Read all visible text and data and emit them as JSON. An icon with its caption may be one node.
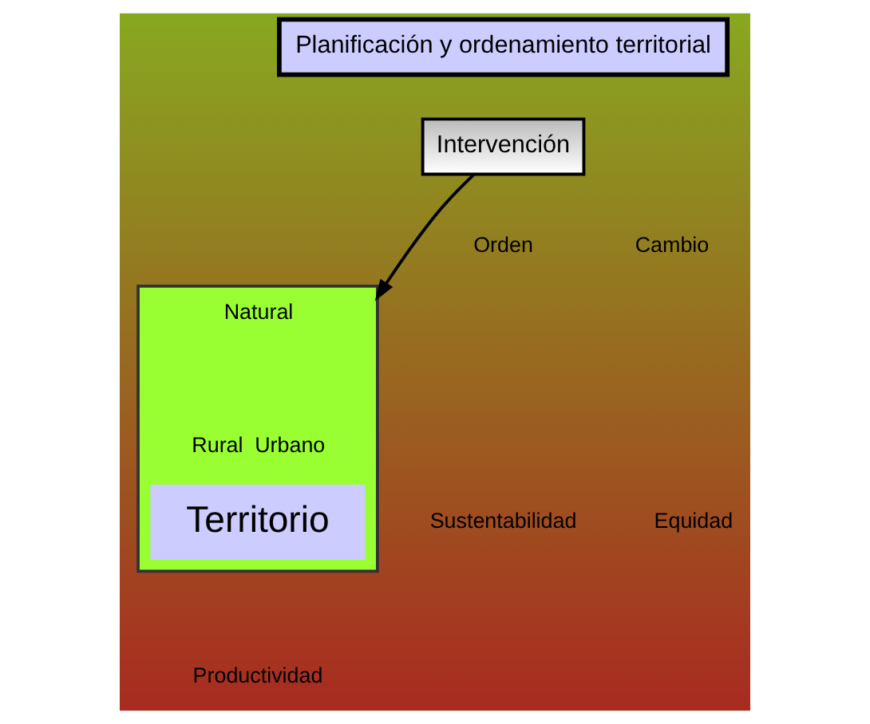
{
  "diagram": {
    "nodes": [
      {
        "text": [
          "Planificación y ordenamiento territorial"
        ]
      },
      {
        "text": [
          "Intervención"
        ]
      },
      {
        "text": [
          "Natural",
          "Rural",
          "Urbano"
        ]
      },
      {
        "text": [
          "Territorio"
        ],
        "in": 2
      }
    ],
    "edges": [
      {
        "from": 1,
        "to": 2,
        "arrow": "to"
      }
    ],
    "labels": [
      "Orden",
      "Cambio",
      "Sustentabilidad",
      "Equidad",
      "Productividad"
    ]
  }
}
